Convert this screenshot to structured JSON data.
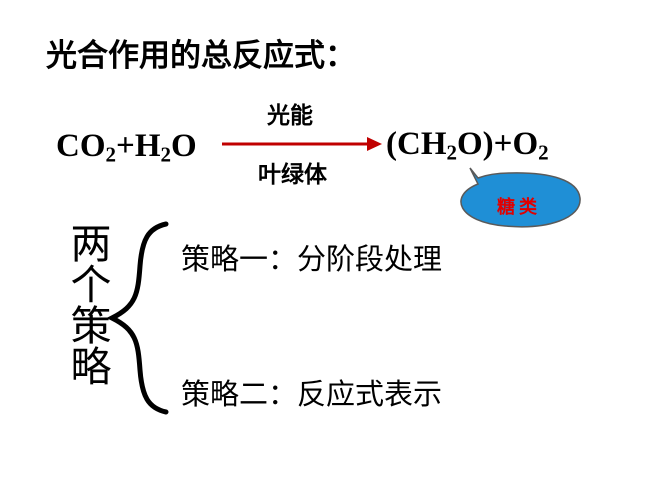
{
  "title": "光合作用的总反应式：",
  "equation": {
    "reactant_1": {
      "base": "CO",
      "sub": "2"
    },
    "plus_1": "+",
    "reactant_2": {
      "base": "H",
      "sub": "2",
      "rest": "O"
    },
    "condition_top": "光能",
    "condition_bottom": "叶绿体",
    "product_1": {
      "open": "(CH",
      "sub": "2",
      "close": "O)"
    },
    "plus_2": "+",
    "product_2": {
      "base": "O",
      "sub": "2"
    },
    "colors": {
      "arrow": "#c00000"
    }
  },
  "callout": {
    "label": "糖类",
    "colors": {
      "fill": "#1f8fd6",
      "text": "#e00000"
    }
  },
  "strategies": {
    "heading": "两个策略",
    "items": [
      {
        "label": "策略一：分阶段处理"
      },
      {
        "label": "策略二：反应式表示"
      }
    ]
  }
}
